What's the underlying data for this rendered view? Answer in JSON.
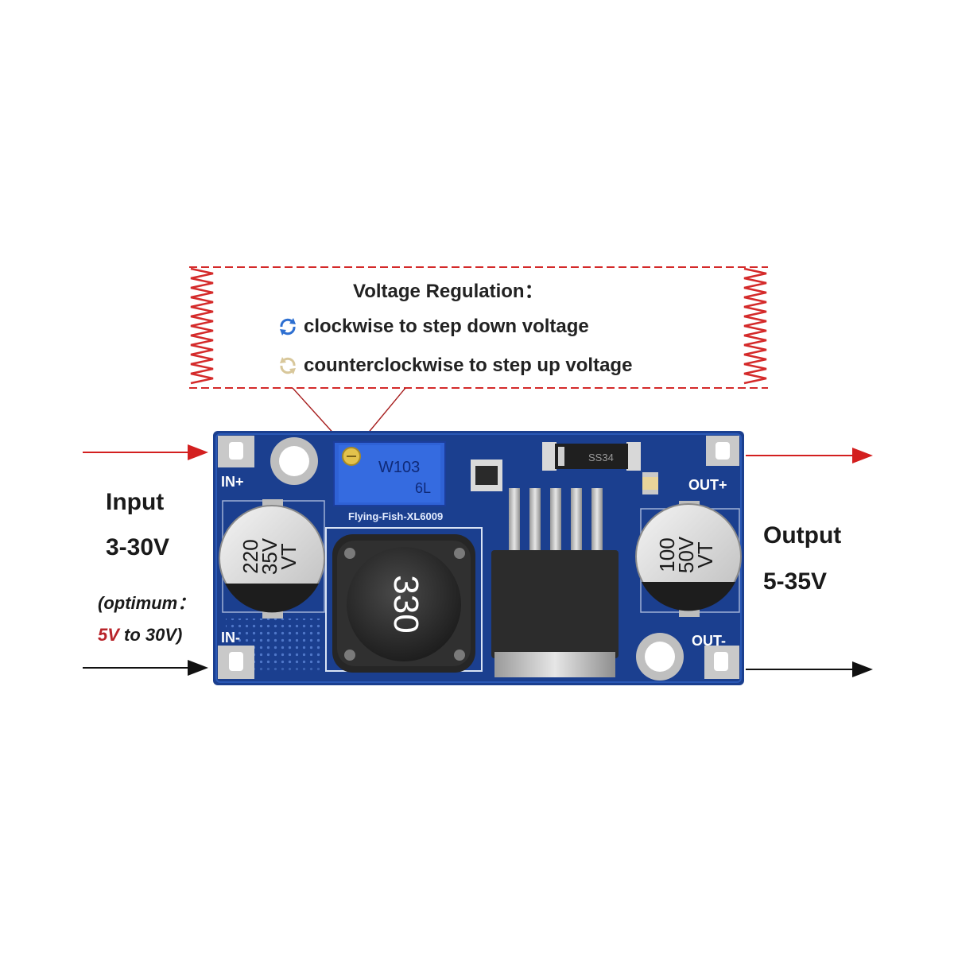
{
  "callout": {
    "title": "Voltage Regulation：",
    "clockwise": "clockwise to step down voltage",
    "counterclockwise": "counterclockwise to step up voltage",
    "border_color": "#d42a2a"
  },
  "input": {
    "title": "Input",
    "range": "3-30V",
    "optimum_prefix": "(optimum：",
    "optimum_low": "5V",
    "optimum_suffix": " to 30V)",
    "optimum_low_color": "#b8242a"
  },
  "output": {
    "title": "Output",
    "range": "5-35V"
  },
  "board": {
    "pcb_color": "#1b3f8f",
    "pin_in_plus": "IN+",
    "pin_in_minus": "IN-",
    "pin_out_plus": "OUT+",
    "pin_out_minus": "OUT-",
    "silkscreen": "Flying-Fish-XL6009",
    "pot_marking_1": "W103",
    "pot_marking_2": "6L",
    "diode_marking": "SS34",
    "inductor_marking": "330",
    "cap_in_1": "220",
    "cap_in_2": "35V",
    "cap_in_3": "VT",
    "cap_out_1": "100",
    "cap_out_2": "50V",
    "cap_out_3": "VT"
  },
  "arrows": {
    "positive_color": "#d31f1f",
    "negative_color": "#111111"
  }
}
